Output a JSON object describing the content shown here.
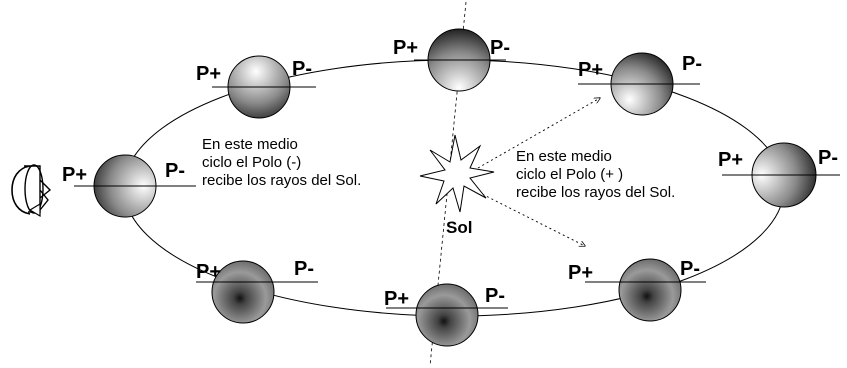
{
  "poles": {
    "positive": "P+",
    "negative": "P-"
  },
  "sun": {
    "label": "Sol"
  },
  "captions": {
    "left": [
      "En este medio",
      "ciclo el Polo (-)",
      "recibe los rayos del Sol."
    ],
    "right": [
      "En este medio",
      "ciclo el Polo (+ )",
      "recibe los rayos del Sol."
    ]
  },
  "colors": {
    "line": "#000000",
    "sphere_light": "#ffffff",
    "sphere_dark": "#1a1a1a"
  },
  "icons": {
    "rotation": "rotation-arrow-icon"
  }
}
